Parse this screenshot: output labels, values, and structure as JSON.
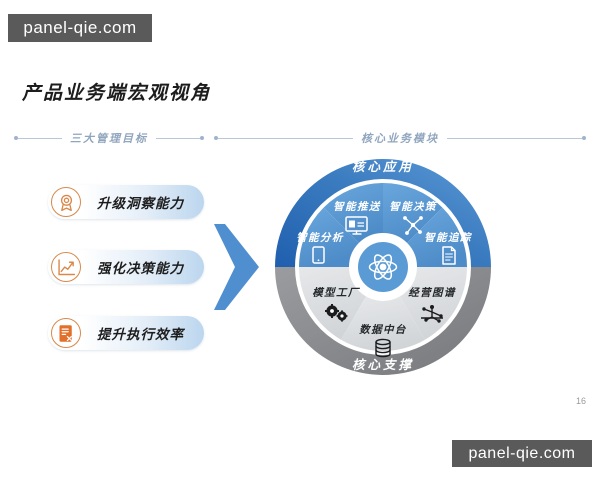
{
  "watermarks": {
    "top": "panel-qie.com",
    "bottom": "panel-qie.com"
  },
  "page": {
    "title": "产品业务端宏观视角",
    "number": "16"
  },
  "sections": {
    "left": {
      "label": "三大管理目标"
    },
    "right": {
      "label": "核心业务模块"
    }
  },
  "goals": [
    {
      "label": "升级洞察能力",
      "icon": "medal-icon",
      "icon_color": "#d9884a"
    },
    {
      "label": "强化决策能力",
      "icon": "line-chart-icon",
      "icon_color": "#d9884a"
    },
    {
      "label": "提升执行效率",
      "icon": "document-icon",
      "icon_color": "#e2702a"
    }
  ],
  "arrow": {
    "name": "chevron-right-arrow",
    "color": "#4f8fd0"
  },
  "wheel": {
    "center": {
      "icon": "atom-icon",
      "color": "#5b9bd5"
    },
    "outer_rings": [
      {
        "label": "核心应用",
        "position": "top",
        "color": "#2f6eb5"
      },
      {
        "label": "核心支撑",
        "position": "bottom",
        "color": "#8d8f92"
      }
    ],
    "segments": [
      {
        "label": "智能分析",
        "icon": "tablet-icon",
        "group": "core-application",
        "color": "#5b9bd5"
      },
      {
        "label": "智能推送",
        "icon": "monitor-icon",
        "group": "core-application",
        "color": "#5b9bd5"
      },
      {
        "label": "智能决策",
        "icon": "node-network-icon",
        "group": "core-application",
        "color": "#5b9bd5"
      },
      {
        "label": "智能追踪",
        "icon": "clipboard-icon",
        "group": "core-application",
        "color": "#5b9bd5"
      },
      {
        "label": "模型工厂",
        "icon": "gears-icon",
        "group": "core-support",
        "color": "#dcdfe2"
      },
      {
        "label": "经营图谱",
        "icon": "graph-icon",
        "group": "core-support",
        "color": "#dcdfe2"
      },
      {
        "label": "数据中台",
        "icon": "database-icon",
        "group": "core-support",
        "color": "#dcdfe2"
      }
    ]
  },
  "colors": {
    "accent_blue": "#2f6eb5",
    "segment_blue": "#5b9bd5",
    "ring_gray": "#8d8f92",
    "segment_gray": "#dcdfe2",
    "accent_orange": "#d9884a",
    "divider": "#b9c8d9",
    "watermark_bg": "#5a5a5a"
  }
}
